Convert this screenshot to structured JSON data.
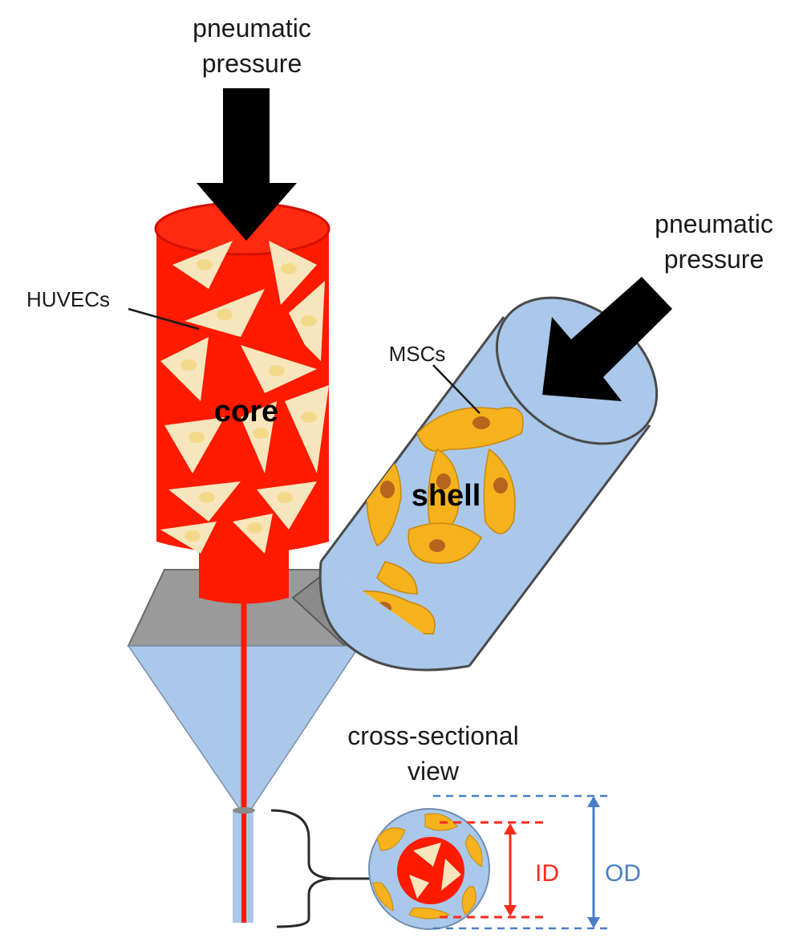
{
  "labels": {
    "pressure_top_line1": "pneumatic",
    "pressure_top_line2": "pressure",
    "pressure_right_line1": "pneumatic",
    "pressure_right_line2": "pressure",
    "huvecs": "HUVECs",
    "mscs": "MSCs",
    "core": "core",
    "shell": "shell",
    "cross_section_line1": "cross-sectional",
    "cross_section_line2": "view",
    "id": "ID",
    "od": "OD"
  },
  "colors": {
    "core_red": "#ff1a00",
    "core_dark": "#d41000",
    "endothelial_cell": "#f7e6bd",
    "endothelial_nucleus": "#f4d98a",
    "shell_blue": "#a9c8ea",
    "shell_stroke": "#4a4a4a",
    "msc_cell": "#f6b21c",
    "msc_nucleus": "#b5651d",
    "nozzle_gray": "#9a9a9a",
    "arrow_black": "#000000",
    "id_red": "#ff2a1a",
    "od_blue": "#4a7fc4"
  }
}
